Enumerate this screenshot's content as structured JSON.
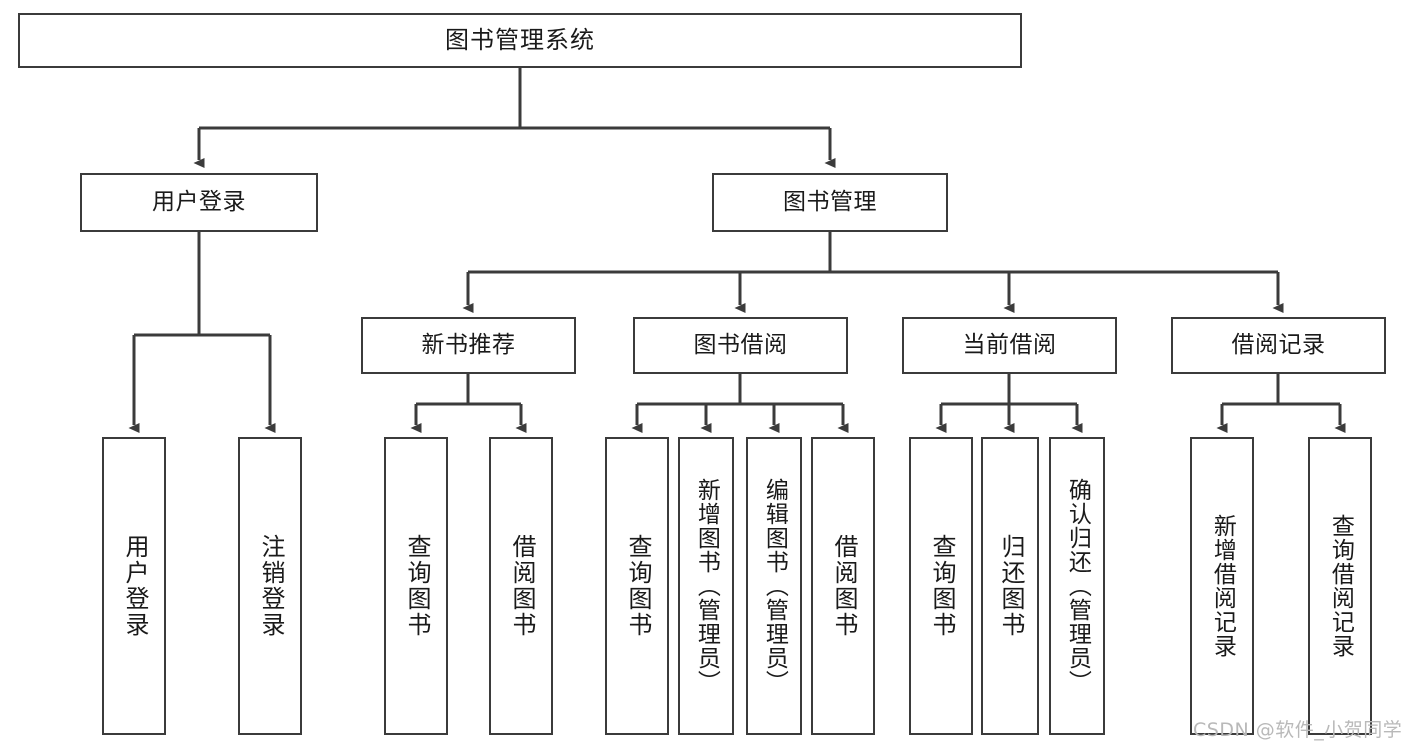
{
  "diagram": {
    "type": "tree-hierarchy",
    "title": "图书管理系统",
    "watermark": "CSDN @软件_小贺同学",
    "colors": {
      "stroke": "#3b3b3b",
      "fill": "#ffffff",
      "text": "#1a1a1a",
      "watermark": "#b9b9b9"
    },
    "nodes": {
      "root": "图书管理系统",
      "level1": [
        "用户登录",
        "图书管理"
      ],
      "level2": [
        "新书推荐",
        "图书借阅",
        "当前借阅",
        "借阅记录"
      ],
      "leaves": {
        "user_login": [
          "用户登录",
          "注销登录"
        ],
        "new_book": [
          "查询图书",
          "借阅图书"
        ],
        "borrow_book": [
          "查询图书",
          "新增图书（管理员）",
          "编辑图书（管理员）",
          "借阅图书"
        ],
        "current_borrow": [
          "查询图书",
          "归还图书",
          "确认归还（管理员）"
        ],
        "borrow_record": [
          "新增借阅记录",
          "查询借阅记录"
        ]
      }
    }
  }
}
